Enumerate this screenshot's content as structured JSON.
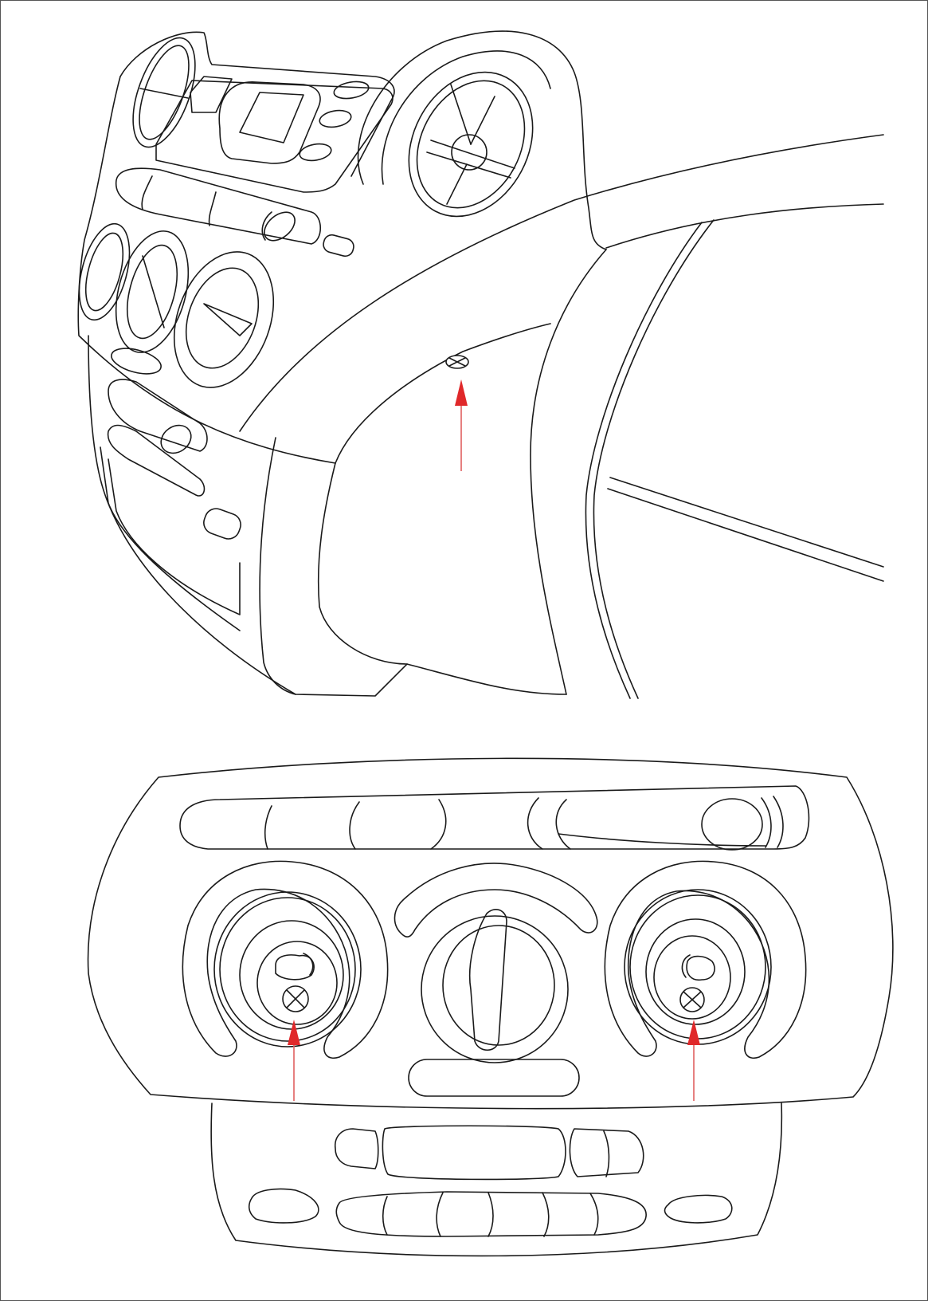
{
  "figure": {
    "panels": [
      {
        "id": "dashboard-overview",
        "description_label": ""
      },
      {
        "id": "heater-control-panel",
        "description_label": ""
      }
    ],
    "colors": {
      "line": "#1a1a1a",
      "arrow": "#e0282a",
      "arrow_shaft": "#e06060",
      "background": "#ffffff"
    },
    "markers": {
      "type": "screw-cross-icon",
      "arrow_count": 3
    }
  }
}
